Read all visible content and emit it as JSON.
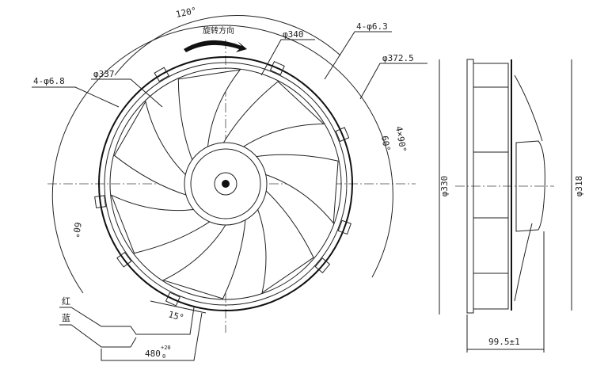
{
  "front_view": {
    "angle_top": "120°",
    "rotation_label": "旋转方向",
    "dia_340": "φ340",
    "holes_63": "4-φ6.3",
    "dia_3725": "φ372.5",
    "holes_68": "4-φ6.8",
    "dia_337": "φ337",
    "angle_4x90": "4×90°",
    "angle_right_60": "60°",
    "angle_left_60": "60°",
    "angle_15": "15°",
    "wire_red": "红",
    "wire_blue": "蓝",
    "wire_length": "480",
    "wire_tol_plus": "+20",
    "wire_tol_minus": "0"
  },
  "side_view": {
    "dia_330": "φ330",
    "dia_318": "φ318",
    "depth": "99.5±1"
  }
}
